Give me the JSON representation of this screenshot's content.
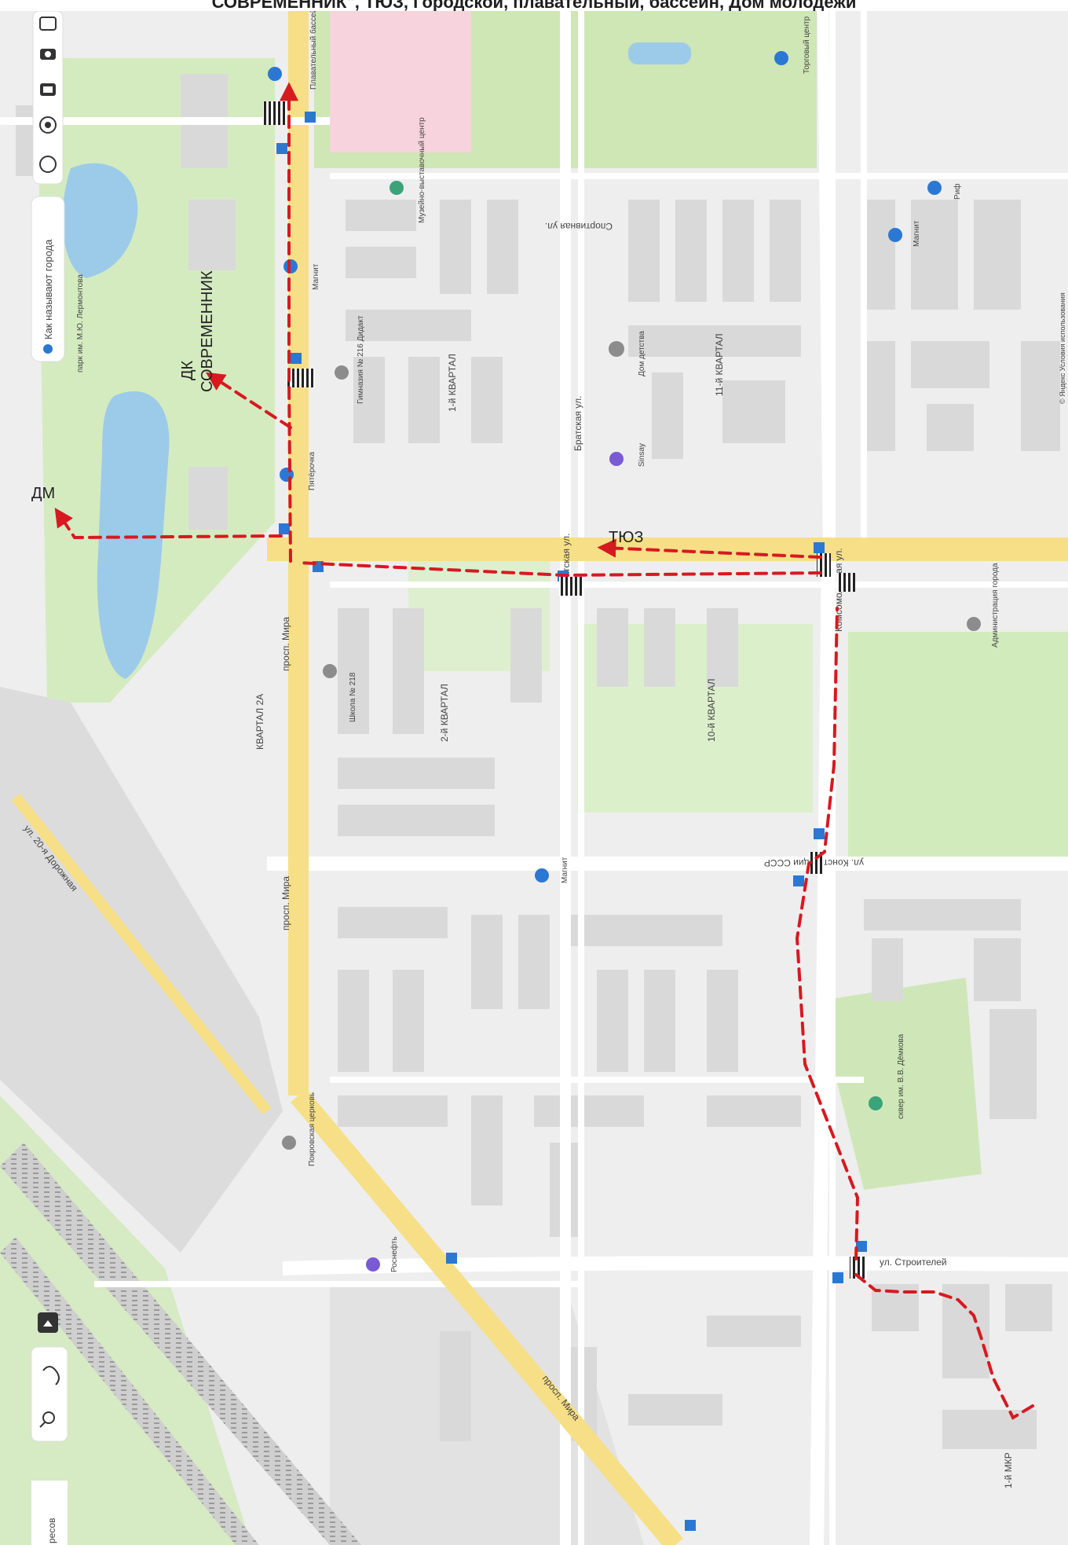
{
  "header": {
    "title": "СОВРЕМЕННИК\", ТЮЗ, Городской, плавательный, бассейн, Дом молодежи"
  },
  "colors": {
    "route": "#d71920",
    "block": "#f1f1f1",
    "building": "#dadada",
    "park": "#d4ebc0",
    "water": "#9ccbe9",
    "major_road": "#f6df86",
    "pink_zone": "#f7d3de",
    "railway": "#c9c9c9"
  },
  "toolbar": {
    "icons": [
      "layers-icon",
      "camera-icon",
      "panorama-icon",
      "traffic-icon",
      "ruler-icon"
    ],
    "hint": "Как называют города"
  },
  "bottom_controls": {
    "zoom_icons": [
      "search-icon",
      "route-icon"
    ],
    "collapse_icon": "chevron-up-icon",
    "address_fragment": "ресов"
  },
  "attribution": "© Яндекс  Условия использования",
  "places": {
    "dk_line1": "ДК",
    "dk_line2": "СОВРЕМЕННИК",
    "dm": "ДМ",
    "tyuz": "ТЮЗ",
    "magnit_top": "Магнит",
    "magnit_mid": "Магнит",
    "magnit_bottom": "Магнит",
    "pyaterochka": "Пятёрочка",
    "gymnasium": "Гимназия № 216 Дидакт",
    "school": "Школа № 218",
    "museum": "Музейно-выставочный центр",
    "pool": "Плавательный бассейн",
    "childrens_house": "Дом детства",
    "sinsay": "Sinsay",
    "admin": "Администрация города",
    "church": "Покровская церковь",
    "rosneft": "Роснефть",
    "square": "сквер им. В.В. Дёмкова",
    "rif": "Риф",
    "mall": "Торговый центр",
    "lermontov_park": "парк им. М.Ю. Лермонтова"
  },
  "streets": {
    "mira_1": "просп. Мира",
    "mira_2": "просп. Мира",
    "mira_3": "просп. Мира",
    "bratskaya_1": "Братская ул.",
    "bratskaya_2": "Братская ул.",
    "sportivnaya": "Спортивная ул.",
    "komsomolskaya": "Комсомольская ул.",
    "konstitucii": "ул. Конституции СССР",
    "stroiteley": "ул. Строителей",
    "ul_20": "ул. 20-я Дорожная",
    "kvartal_1": "1-й КВАРТАЛ",
    "kvartal_2": "2-й КВАРТАЛ",
    "kvartal_10": "10-й КВАРТАЛ",
    "kvartal_11": "11-й КВАРТАЛ",
    "kvartal_2a": "КВАРТАЛ 2А",
    "mkr_1": "1-й МКР"
  }
}
